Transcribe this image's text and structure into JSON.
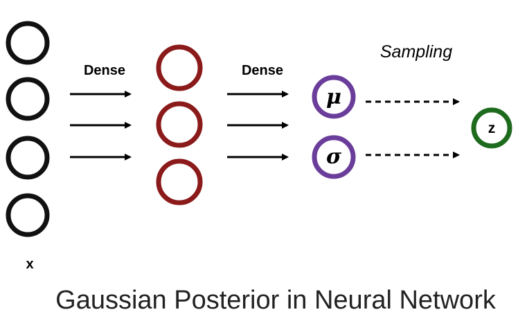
{
  "labels": {
    "dense_1": "Dense",
    "dense_2": "Dense",
    "sampling": "Sampling",
    "input": "x",
    "mu": "μ",
    "sigma": "σ",
    "latent": "z",
    "caption": "Gaussian Posterior in Neural Network"
  },
  "colors": {
    "input_nodes": "#111111",
    "hidden_nodes": "#8b1a1a",
    "param_nodes": "#6a3d9a",
    "latent_node": "#1e6b1e",
    "arrows": "#000000"
  },
  "layers": {
    "input_node_count": 4,
    "hidden_node_count": 3,
    "param_node_count": 2,
    "latent_node_count": 1
  },
  "icons": {
    "node": "circle-outline",
    "dense_arrow": "solid-arrow-right",
    "sampling_arrow": "dashed-arrow-right"
  }
}
